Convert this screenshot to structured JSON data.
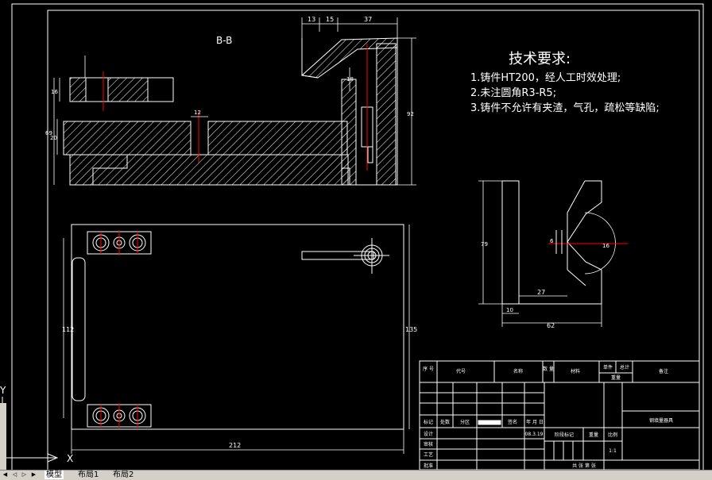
{
  "section_label": "B-B",
  "tech": {
    "title": "技术要求:",
    "line1": "1.铸件HT200，经人工时效处理;",
    "line2": "2.未注圆角R3-R5;",
    "line3": "3.铸件不允许有夹渣，气孔，疏松等缺陷;"
  },
  "dims": {
    "d13": "13",
    "d15": "15",
    "d37": "37",
    "d18v": "18",
    "d16": "16",
    "d69": "69",
    "d20": "20",
    "d12": "12",
    "d92": "92",
    "d112": "112",
    "d135": "135",
    "d212": "212",
    "d79": "79",
    "d6": "6",
    "d27": "27",
    "d10": "10",
    "d62": "62",
    "r16": "16"
  },
  "title_block": {
    "seq": "序\n号",
    "code": "代号",
    "name": "名称",
    "qty": "数\n量",
    "material": "材料",
    "unit": "单件",
    "total": "总计",
    "weight": "重量",
    "remark": "备注",
    "mark": "标记",
    "count": "处数",
    "zone": "分区",
    "sign": "签名",
    "ymd": "年 月 日",
    "date": "08.3.19",
    "design": "设计",
    "stage_mark": "阶段标记",
    "wt": "重量",
    "scale": "比例",
    "scale_val": "1:1",
    "review": "审核",
    "process": "工艺",
    "approve": "批准",
    "sheets": "共  张  第  张",
    "part_name": "钢填量器具"
  },
  "ucs": {
    "x": "X",
    "y": "Y"
  },
  "layout_tabs": [
    "模型",
    "布局1",
    "布局2"
  ],
  "colors": {
    "line": "#ffffff",
    "center": "#ff0000",
    "background": "#000000"
  }
}
